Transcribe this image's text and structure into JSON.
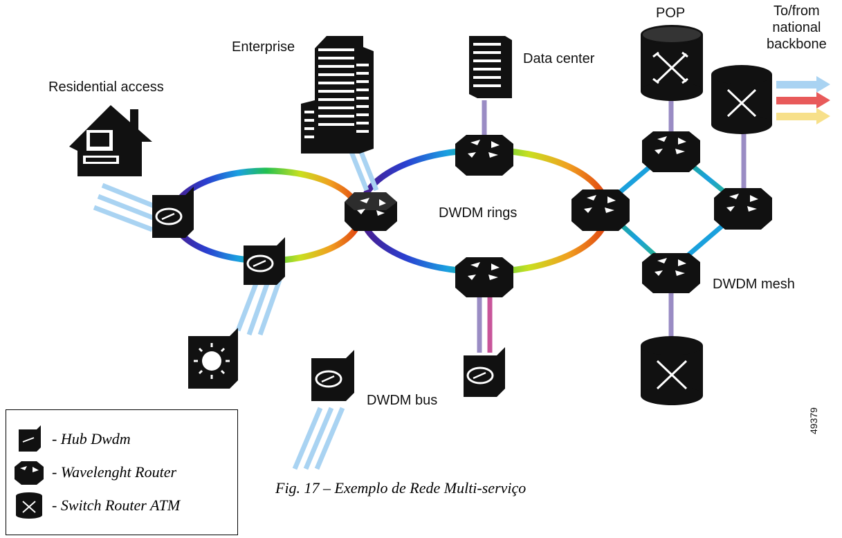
{
  "labels": {
    "residential_access": "Residential access",
    "enterprise": "Enterprise",
    "data_center": "Data center",
    "pop": "POP",
    "national_backbone": [
      "To/from",
      "national",
      "backbone"
    ],
    "dwdm_rings": "DWDM rings",
    "dwdm_mesh": "DWDM mesh",
    "dwdm_bus": "DWDM bus"
  },
  "caption": "Fig. 17 – Exemplo de Rede Multi-serviço",
  "figure_number": "49379",
  "legend": {
    "items": [
      {
        "icon": "hub-dwdm-icon",
        "text": "- Hub Dwdm"
      },
      {
        "icon": "wavelength-router-icon",
        "text": "- Wavelenght Router"
      },
      {
        "icon": "switch-router-atm-icon",
        "text": "- Switch Router ATM"
      }
    ]
  },
  "colors": {
    "access_link": "#a9d3f2",
    "backbone_blue": "#a9d3f2",
    "backbone_red": "#e85a5a",
    "backbone_yellow": "#f7e08a",
    "vertical_link": "#9a8cc4",
    "bus_magenta": "#c8559a"
  }
}
